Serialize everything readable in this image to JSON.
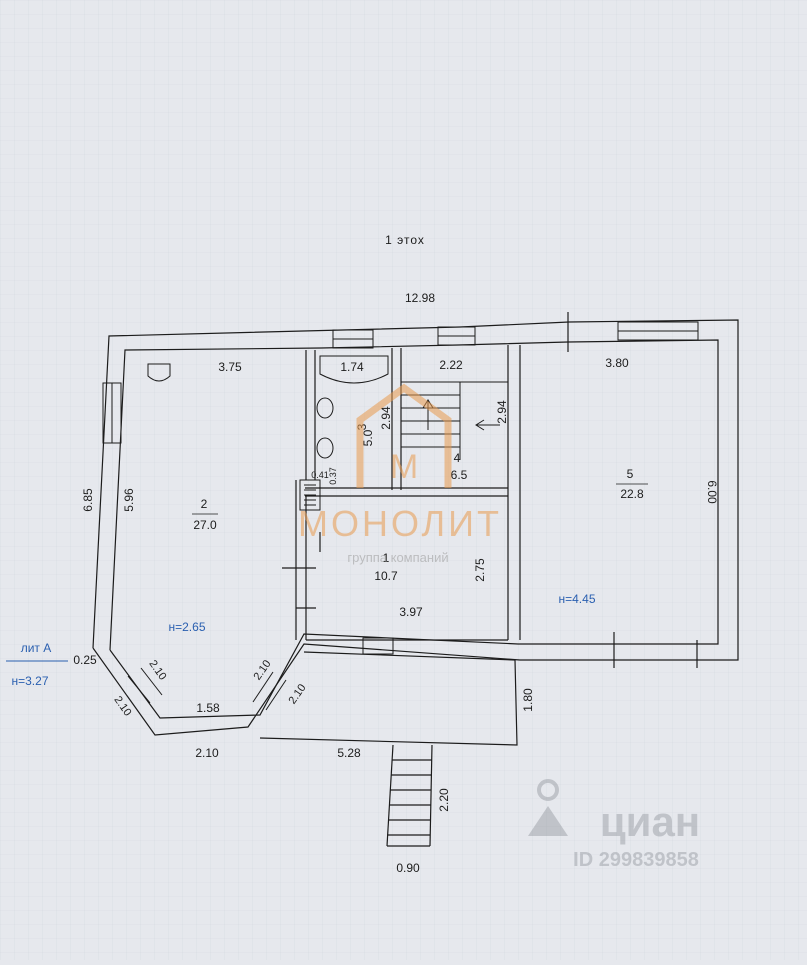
{
  "floor_title": "1 этох",
  "overall_width": "12.98",
  "rooms": [
    {
      "number": "2",
      "area": "27.0"
    },
    {
      "number": "3",
      "area": "5.0"
    },
    {
      "number": "4",
      "area": "6.5"
    },
    {
      "number": "5",
      "area": "22.8"
    },
    {
      "number": "1",
      "area": "10.7"
    }
  ],
  "dimensions": {
    "d_3_75": "3.75",
    "d_1_74": "1.74",
    "d_2_22": "2.22",
    "d_3_80": "3.80",
    "d_6_85": "6.85",
    "d_5_96": "5.96",
    "d_6_00": "6.00",
    "d_2_94a": "2.94",
    "d_2_94b": "2.94",
    "d_0_41": "0.41",
    "d_0_37": "0.37",
    "d_2_75": "2.75",
    "d_3_97": "3.97",
    "d_0_25": "0.25",
    "d_2_10a": "2.10",
    "d_2_10b": "2.10",
    "d_2_10c": "2.10",
    "d_2_10d": "2.10",
    "d_2_10e": "2.10",
    "d_1_58": "1.58",
    "d_5_28": "5.28",
    "d_1_80": "1.80",
    "d_2_20": "2.20",
    "d_0_90": "0.90"
  },
  "heights": {
    "room2": "н=2.65",
    "room5": "н=4.45"
  },
  "lit": {
    "label": "лит А",
    "height": "н=3.27"
  },
  "watermark": {
    "logo_letter": "М",
    "brand": "МОНОЛИТ",
    "subtitle": "группа компаний"
  },
  "cian": {
    "brand": "циан",
    "id": "ID 299839858"
  },
  "colors": {
    "paper": "#e6e8ed",
    "line": "#1c1c1c",
    "blue": "#2a5fb0",
    "watermark": "#e89b4f"
  }
}
